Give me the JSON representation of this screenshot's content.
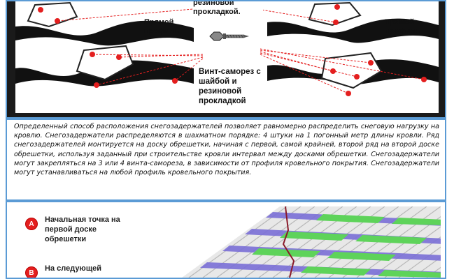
{
  "top_panel": {
    "label_gasket_top": "резиновой\nпрокладкой.",
    "label_profile_left": "Прямой\nпрофиль",
    "label_profile_right": "Прямой\nпрофиль",
    "label_screw": "Винт-саморез с\nшайбой и\nрезиновой\nпрокладкой",
    "icons": [
      "screw-icon",
      "snow-guard-icon"
    ],
    "colors": {
      "marker": "#e41f1f",
      "line": "#e41f1f",
      "background": "#1a1a1a"
    }
  },
  "description": "Определенный способ расположения снегозадержателей позволяет равномерно распределить снеговую нагрузку на кровлю. Снегозадержатели распределяются в шахматном порядке: 4 штуки на 1 погонный метр длины кровли. Ряд снегозадержателей монтируется на доску обрешетки, начиная с первой, самой крайней, второй ряд на второй доске обрешетки, используя заданный при строительстве кровли интервал между досками обрешетки. Снегозадержатели могут закрепляться на 3 или 4 винта-самореза, в зависимости от профиля кровельного покрытия. Снегозадержатели могут устанавливаться на любой профиль кровельного покрытия.",
  "legend": [
    {
      "marker": "A",
      "text": "Начальная точка на первой доске обрешетки"
    },
    {
      "marker": "B",
      "text": "На следующей"
    }
  ],
  "colors": {
    "border": "#5b9bd5",
    "badge": "#e41f1f",
    "green": "#5ed35a",
    "purple": "#7a6fd6"
  }
}
